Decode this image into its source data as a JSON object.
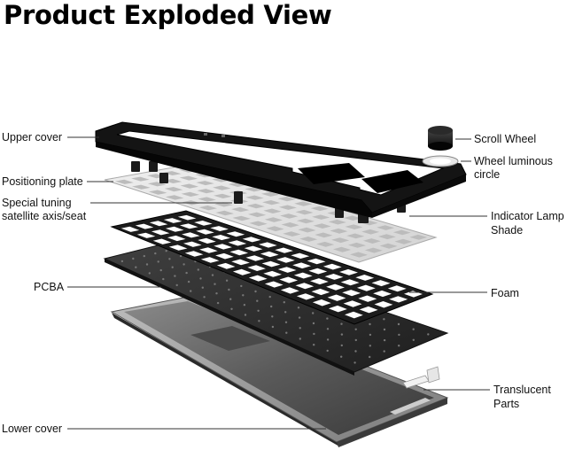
{
  "title": "Product Exploded View",
  "labels": {
    "upper_cover": "Upper cover",
    "positioning_plate": "Positioning plate",
    "special_tuning_line1": "Special tuning",
    "special_tuning_line2": "satellite axis/seat",
    "pcba": "PCBA",
    "lower_cover": "Lower cover",
    "scroll_wheel": "Scroll Wheel",
    "wheel_luminous_line1": "Wheel luminous",
    "wheel_luminous_line2": "circle",
    "indicator_line1": "Indicator Lamp",
    "indicator_line2": "Shade",
    "foam": "Foam",
    "translucent_line1": "Translucent",
    "translucent_line2": "Parts"
  },
  "colors": {
    "frame": "#1a1a1a",
    "plate": "#e4e4e4",
    "pcba": "#2e2e2e",
    "foam": "#1c1c1c",
    "case": "#555555",
    "leader": "#333333"
  }
}
